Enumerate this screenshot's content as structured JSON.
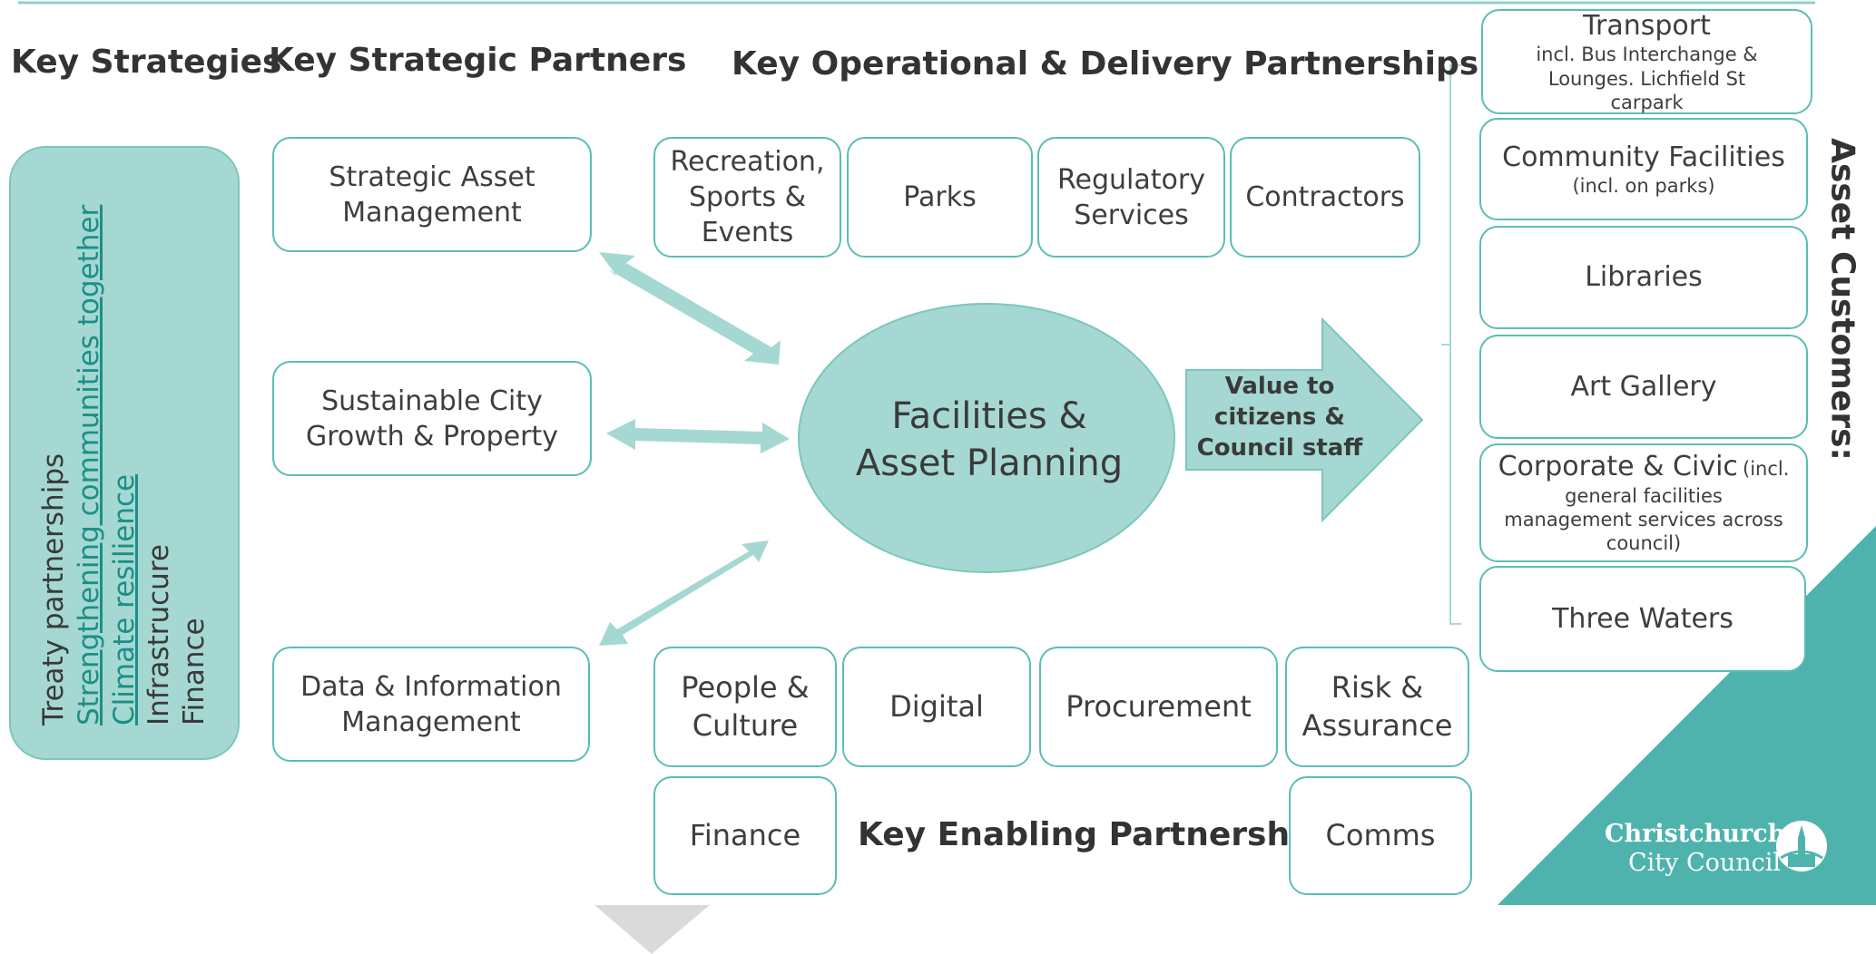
{
  "headings": {
    "key_strategies": "Key Strategies",
    "key_strategic_partners": "Key Strategic Partners",
    "key_operational": "Key Operational & Delivery Partnerships",
    "key_enabling": "Key Enabling Partnerships",
    "asset_customers": "Asset Customers:"
  },
  "strategies": [
    "Treaty partnerships",
    "Strengthening communities together",
    "Climate resilience",
    "Infrastrucure",
    "Finance"
  ],
  "strategic_partners": {
    "p1": "Strategic Asset Management",
    "p2": "Sustainable City Growth & Property",
    "p3": "Data & Information Management"
  },
  "operational": {
    "o1": "Recreation, Sports & Events",
    "o2": "Parks",
    "o3": "Regulatory Services",
    "o4": "Contractors"
  },
  "enabling": {
    "e1": "People & Culture",
    "e2": "Digital",
    "e3": "Procurement",
    "e4": "Risk & Assurance",
    "e5": "Finance",
    "e6": "Comms"
  },
  "center": {
    "line1": "Facilities &",
    "line2": "Asset Planning"
  },
  "value": "Value to citizens & Council staff",
  "customers": {
    "c1_main": "Transport",
    "c1_sub": "incl. Bus Interchange & Lounges. Lichfield St carpark",
    "c2_main": "Community Facilities",
    "c2_sub": "(incl. on parks)",
    "c3_main": "Libraries",
    "c4_main": "Art Gallery",
    "c5_main": "Corporate & Civic",
    "c5_sub1": "(incl.",
    "c5_sub2": "general facilities management services across council)",
    "c6_main": "Three Waters"
  },
  "logo": {
    "line1": "Christchurch",
    "line2": "City Council"
  },
  "colors": {
    "teal": "#5bbdb5",
    "teal_fill": "#a5d8d2",
    "teal_dark": "#4fb3ad",
    "link": "#1b8f88"
  }
}
